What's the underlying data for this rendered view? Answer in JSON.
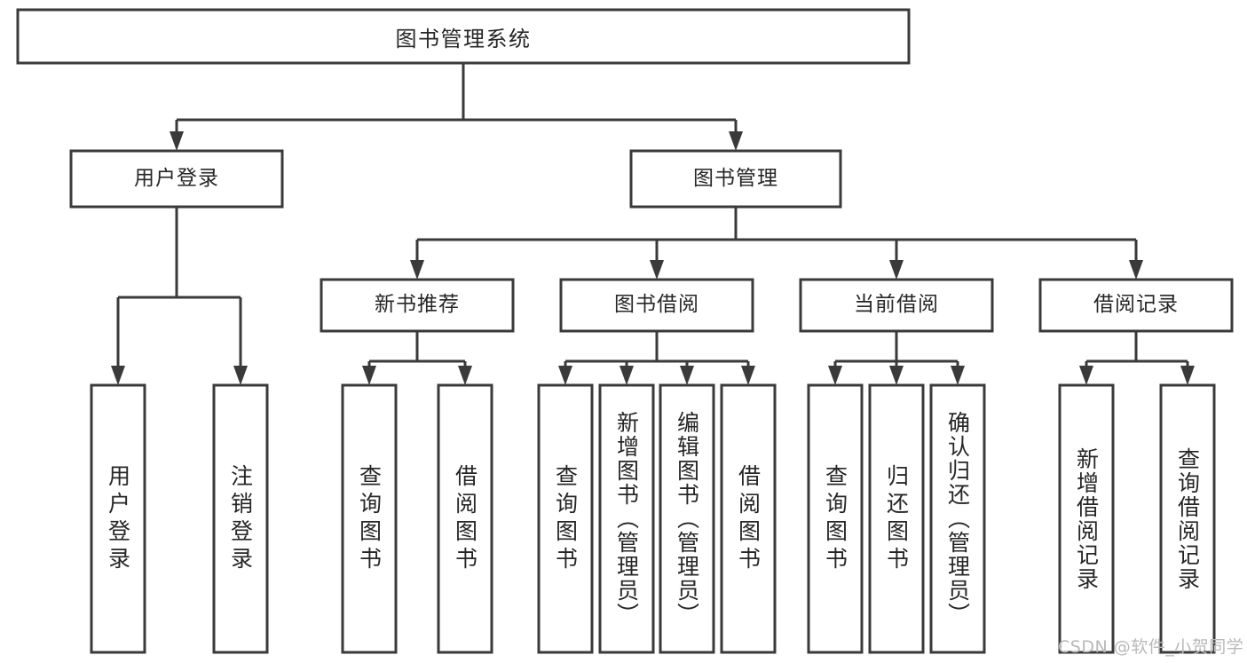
{
  "diagram": {
    "type": "tree",
    "title": "图书管理系统",
    "root": {
      "id": "root",
      "label": "图书管理系统",
      "orientation": "horizontal"
    },
    "level2": [
      {
        "id": "user-login",
        "label": "用户登录",
        "orientation": "horizontal"
      },
      {
        "id": "book-manage",
        "label": "图书管理",
        "orientation": "horizontal"
      }
    ],
    "level3": [
      {
        "id": "new-book-rec",
        "label": "新书推荐",
        "orientation": "horizontal",
        "parent": "book-manage"
      },
      {
        "id": "book-borrow",
        "label": "图书借阅",
        "orientation": "horizontal",
        "parent": "book-manage"
      },
      {
        "id": "current-borrow",
        "label": "当前借阅",
        "orientation": "horizontal",
        "parent": "book-manage"
      },
      {
        "id": "borrow-record",
        "label": "借阅记录",
        "orientation": "horizontal",
        "parent": "book-manage"
      }
    ],
    "leaves": [
      {
        "id": "leaf-user-login",
        "label": "用户登录",
        "parent": "user-login",
        "orientation": "vertical"
      },
      {
        "id": "leaf-user-logout",
        "label": "注销登录",
        "parent": "user-login",
        "orientation": "vertical"
      },
      {
        "id": "leaf-query-book-1",
        "label": "查询图书",
        "parent": "new-book-rec",
        "orientation": "vertical"
      },
      {
        "id": "leaf-borrow-book-1",
        "label": "借阅图书",
        "parent": "new-book-rec",
        "orientation": "vertical"
      },
      {
        "id": "leaf-query-book-2",
        "label": "查询图书",
        "parent": "book-borrow",
        "orientation": "vertical"
      },
      {
        "id": "leaf-add-book",
        "label": "新增图书（管理员）",
        "parent": "book-borrow",
        "orientation": "vertical"
      },
      {
        "id": "leaf-edit-book",
        "label": "编辑图书（管理员）",
        "parent": "book-borrow",
        "orientation": "vertical"
      },
      {
        "id": "leaf-borrow-book-2",
        "label": "借阅图书",
        "parent": "book-borrow",
        "orientation": "vertical"
      },
      {
        "id": "leaf-query-book-3",
        "label": "查询图书",
        "parent": "current-borrow",
        "orientation": "vertical"
      },
      {
        "id": "leaf-return-book",
        "label": "归还图书",
        "parent": "current-borrow",
        "orientation": "vertical"
      },
      {
        "id": "leaf-confirm-return",
        "label": "确认归还（管理员）",
        "parent": "current-borrow",
        "orientation": "vertical"
      },
      {
        "id": "leaf-add-record",
        "label": "新增借阅记录",
        "parent": "borrow-record",
        "orientation": "vertical"
      },
      {
        "id": "leaf-query-record",
        "label": "查询借阅记录",
        "parent": "borrow-record",
        "orientation": "vertical"
      }
    ]
  },
  "watermark": {
    "text": "CSDN @软件_小贺同学"
  },
  "colors": {
    "stroke": "#3a3a3a",
    "box_fill": "#ffffff",
    "text": "#262626",
    "background": "#ffffff",
    "watermark": "#b9b9b9"
  }
}
